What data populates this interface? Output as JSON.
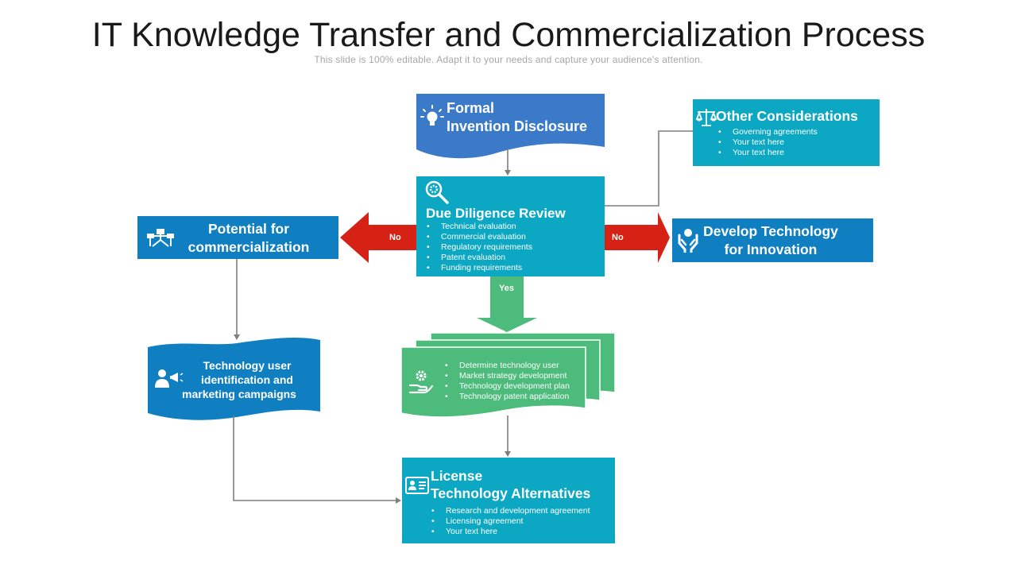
{
  "header": {
    "title": "IT Knowledge Transfer and Commercialization Process",
    "subtitle": "This slide is 100% editable. Adapt it to your needs and capture your audience's attention."
  },
  "nodes": {
    "disclosure": {
      "title_line1": "Formal",
      "title_line2": "Invention Disclosure"
    },
    "due_diligence": {
      "title": "Due Diligence Review",
      "items": [
        "Technical evaluation",
        "Commercial  evaluation",
        "Regulatory requirements",
        "Patent  evaluation",
        "Funding requirements"
      ]
    },
    "other": {
      "title": "Other Considerations",
      "items": [
        "Governing agreements",
        "Your text here",
        "Your text here"
      ]
    },
    "develop": {
      "title_line1": "Develop Technology",
      "title_line2": "for Innovation"
    },
    "potential": {
      "title_line1": "Potential for",
      "title_line2": "commercialization"
    },
    "tech_user": {
      "line1": "Technology user",
      "line2": "identification and",
      "line3": "marketing campaigns"
    },
    "plan": {
      "items": [
        "Determine technology user",
        "Market strategy development",
        "Technology development plan",
        "Technology patent application"
      ]
    },
    "license": {
      "title_line1": "License",
      "title_line2": "Technology Alternatives",
      "items": [
        "Research and development agreement",
        "Licensing agreement",
        "Your text here"
      ]
    }
  },
  "arrows": {
    "left_label": "No",
    "right_label": "No",
    "down_label": "Yes"
  },
  "colors": {
    "teal": "#0ca8c3",
    "blue": "#0f7fc1",
    "disclosure_blue": "#3b7ac8",
    "green": "#4cbb7c",
    "red": "#d52215",
    "connector": "#7f7f7f"
  },
  "icons": {
    "disclosure": "lightbulb-icon",
    "due_diligence": "magnifier-gear-icon",
    "other": "balance-scale-icon",
    "develop": "hands-idea-icon",
    "potential": "network-icon",
    "tech_user": "user-megaphone-icon",
    "plan": "hand-gear-icon",
    "license": "id-card-icon"
  }
}
